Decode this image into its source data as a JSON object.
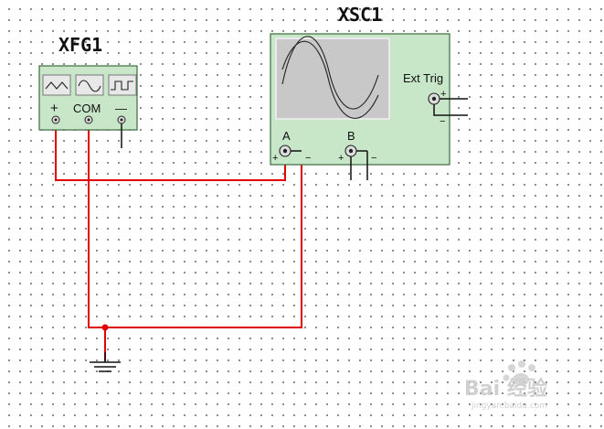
{
  "function_generator": {
    "name": "XFG1",
    "terminal_plus": "+",
    "terminal_com": "COM",
    "terminal_minus": "—",
    "waveform_buttons": [
      "triangle-wave-icon",
      "sine-wave-icon",
      "square-wave-icon"
    ]
  },
  "oscilloscope": {
    "name": "XSC1",
    "channel_a": "A",
    "channel_b": "B",
    "ext_trig": "Ext Trig",
    "plus": "+",
    "minus": "−"
  },
  "colors": {
    "instrument_body": "#c8e6c8",
    "instrument_border": "#3d6b3d",
    "screen": "#c8c8c8",
    "wire": "#e00000",
    "junction": "#e00000"
  },
  "watermark": {
    "main": "Bai 经验",
    "sub": "jingyan.baidu.com"
  }
}
